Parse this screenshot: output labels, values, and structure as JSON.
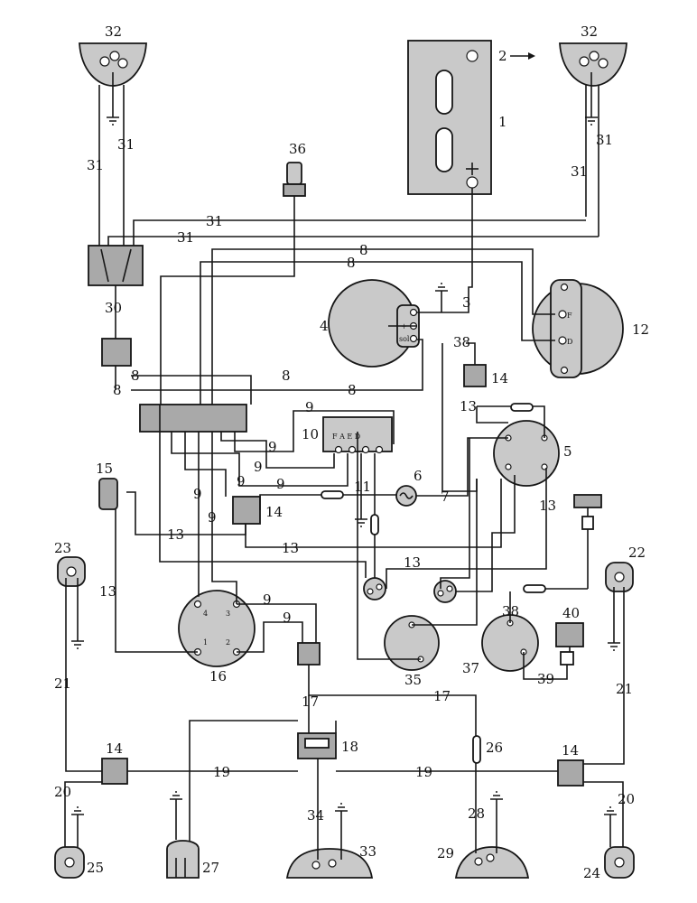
{
  "labels": {
    "n1": "1",
    "n2": "2",
    "n3": "3",
    "n4": "4",
    "n5": "5",
    "n6": "6",
    "n7": "7",
    "n8": "8",
    "n9": "9",
    "n10": "10",
    "n11": "11",
    "n12": "12",
    "n13": "13",
    "n14": "14",
    "n15": "15",
    "n16": "16",
    "n17": "17",
    "n18": "18",
    "n19": "19",
    "n20": "20",
    "n21": "21",
    "n22": "22",
    "n23": "23",
    "n24": "24",
    "n25": "25",
    "n26": "26",
    "n27": "27",
    "n28": "28",
    "n29": "29",
    "n30": "30",
    "n31": "31",
    "n32": "32",
    "n33": "33",
    "n34": "34",
    "n35": "35",
    "n36": "36",
    "n37": "37",
    "n38": "38",
    "n39": "39",
    "n40": "40"
  },
  "terminals": {
    "dynamo_f": "F",
    "dynamo_d": "D",
    "regulator": "F A E D",
    "switch_letters": [
      "4",
      "3",
      "1",
      "2"
    ],
    "starter_sol": "sol",
    "starter_plus": "+"
  },
  "colors": {
    "wire": "#161616",
    "component_fill": "#c9c9c9",
    "component_dark": "#a9a9a9",
    "background": "#ffffff"
  }
}
